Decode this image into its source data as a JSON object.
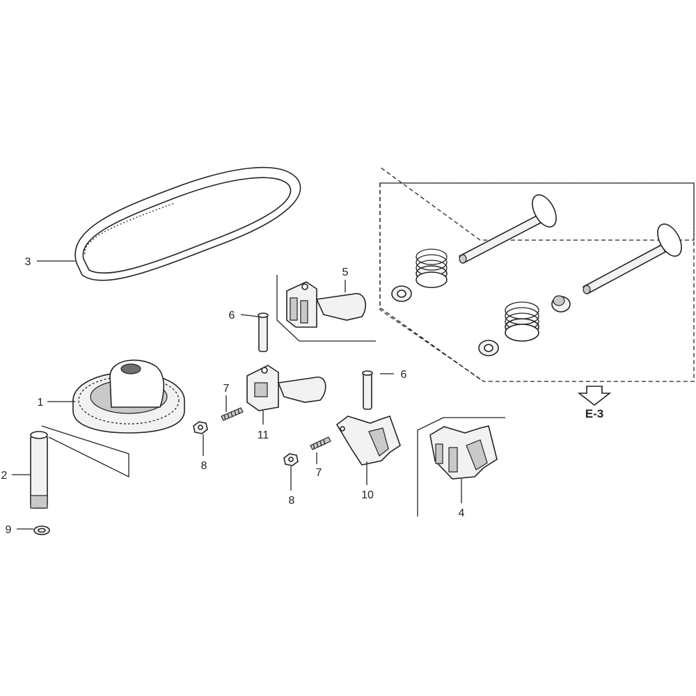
{
  "callouts": {
    "c1": "1",
    "c2": "2",
    "c3": "3",
    "c4": "4",
    "c5": "5",
    "c6a": "6",
    "c6b": "6",
    "c7a": "7",
    "c7b": "7",
    "c8a": "8",
    "c8b": "8",
    "c9": "9",
    "c10": "10",
    "c11": "11"
  },
  "reference": {
    "label": "E-3"
  }
}
